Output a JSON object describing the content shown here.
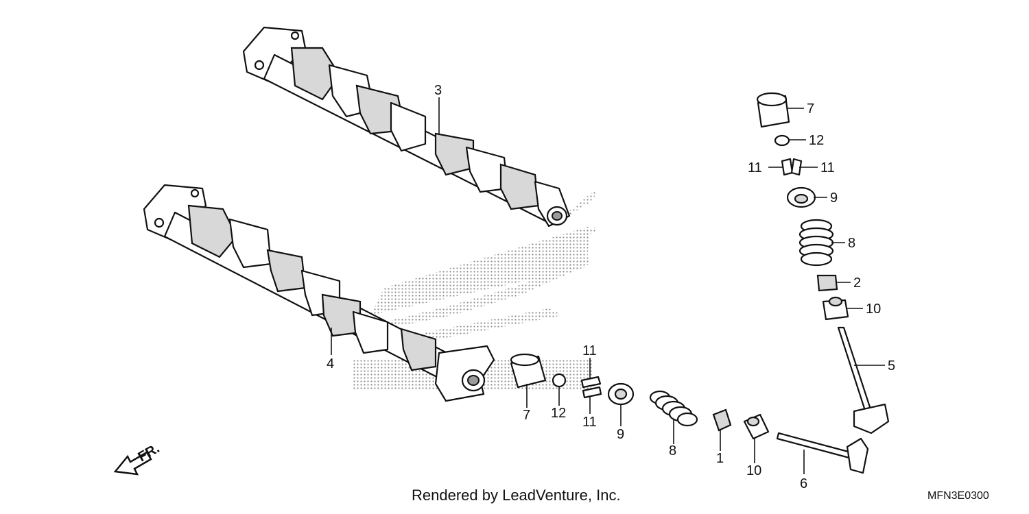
{
  "callouts": {
    "p3": "3",
    "p4": "4",
    "p7a": "7",
    "p12a": "12",
    "p11a": "11",
    "p11b": "11",
    "p9a": "9",
    "p8a": "8",
    "p2": "2",
    "p10a": "10",
    "p5": "5",
    "p7b": "7",
    "p12b": "12",
    "p11c": "11",
    "p11d": "11",
    "p9b": "9",
    "p8b": "8",
    "p1": "1",
    "p10b": "10",
    "p6": "6"
  },
  "direction_label": "FR.",
  "footer": {
    "credit": "Rendered by LeadVenture, Inc.",
    "diagram_code": "MFN3E0300"
  },
  "icons": {
    "direction": "front-arrow-icon",
    "watermark": "honda-wing-logo"
  },
  "colors": {
    "line": "#111111",
    "background": "#ffffff",
    "watermark": "#9a9a9a"
  }
}
